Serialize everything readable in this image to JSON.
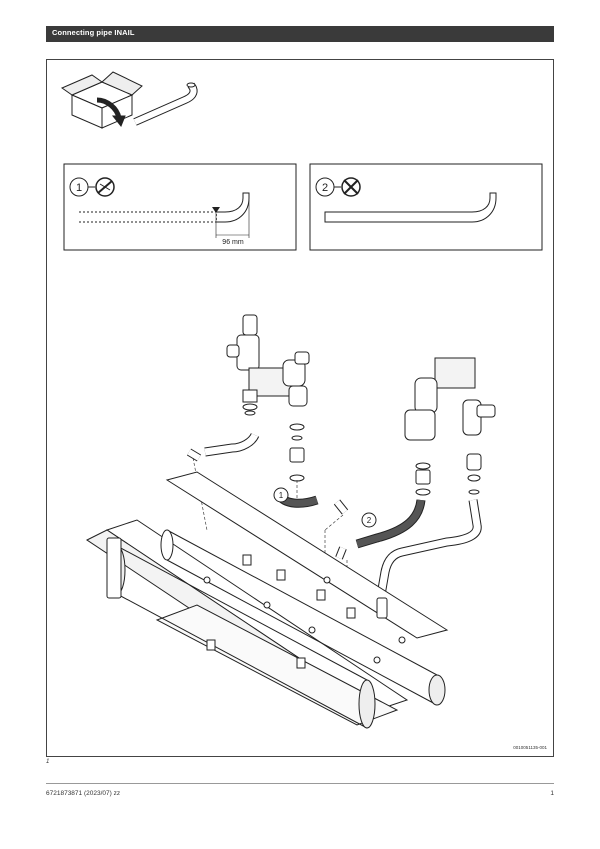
{
  "header": {
    "title": "Connecting pipe INAIL"
  },
  "panels": {
    "left": {
      "number": "1",
      "dimension": "96 mm",
      "icon": "cut-pipe-icon"
    },
    "right": {
      "number": "2",
      "icon": "no-cut-icon"
    }
  },
  "assembly": {
    "callout_1": "1",
    "callout_2": "2"
  },
  "figure": {
    "code": "0010051135-001",
    "number": "1"
  },
  "footer": {
    "doc_ref": "6721873871 (2023/07) zz",
    "page": "1"
  },
  "colors": {
    "header_bg": "#3a3a3a",
    "line": "#222222"
  }
}
